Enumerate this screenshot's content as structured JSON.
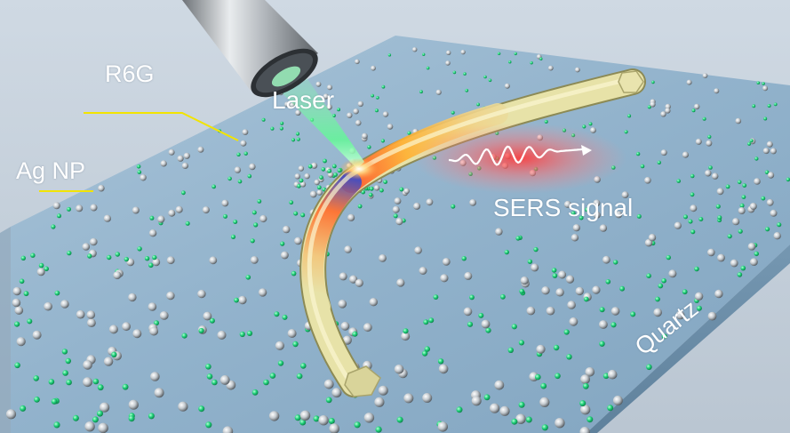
{
  "labels": {
    "r6g": "R6G",
    "laser": "Laser",
    "ag_np": "Ag NP",
    "sers_signal": "SERS signal",
    "quartz": "Quartz"
  },
  "colors": {
    "background": "#c9d3de",
    "quartz_plate": "#8fb1cb",
    "quartz_edge": "#6f92ad",
    "nanowire": "#e7e2a8",
    "leader_line": "#f2e400",
    "r6g_dot": "#1fd17a",
    "ag_particle": "#b9c0c6",
    "laser_beam": "#62ff92",
    "signal_glow": "#ff5050"
  },
  "icons": {
    "objective": "microscope-objective-icon",
    "signal_wave": "sine-wave-arrow-icon"
  }
}
